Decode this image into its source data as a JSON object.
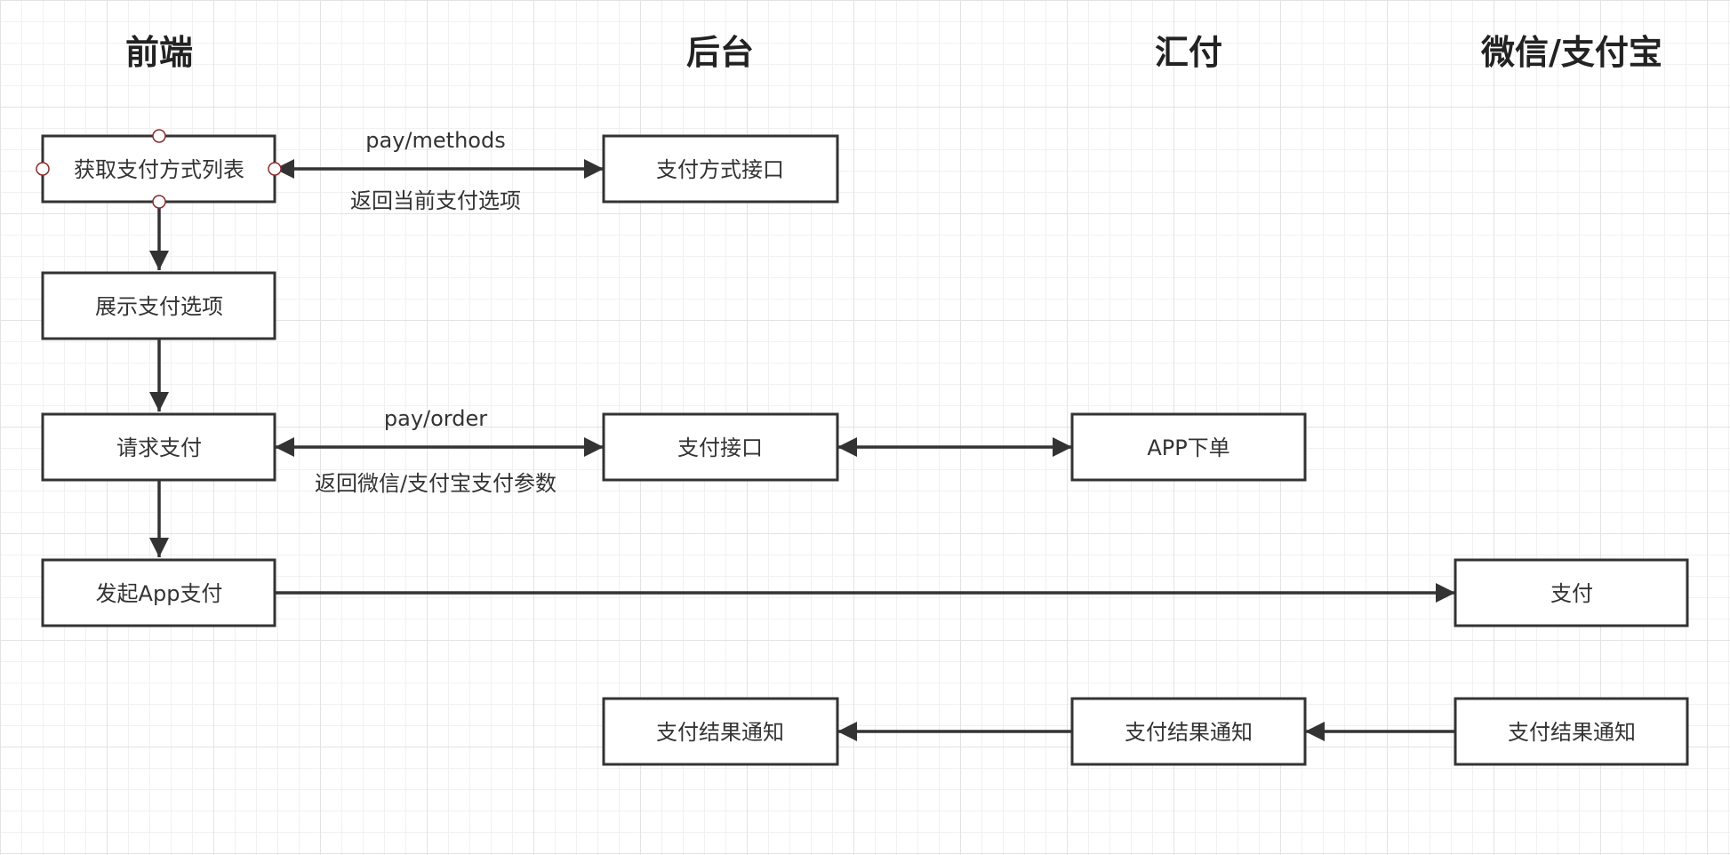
{
  "lanes": {
    "frontend": "前端",
    "backend": "后台",
    "huifu": "汇付",
    "wechat_alipay": "微信/支付宝"
  },
  "nodes": {
    "get_methods": "获取支付方式列表",
    "methods_api": "支付方式接口",
    "show_options": "展示支付选项",
    "request_pay": "请求支付",
    "pay_api": "支付接口",
    "app_order": "APP下单",
    "start_app_pay": "发起App支付",
    "pay": "支付",
    "notify_backend": "支付结果通知",
    "notify_huifu": "支付结果通知",
    "notify_wechat": "支付结果通知"
  },
  "edges": {
    "methods_request": "pay/methods",
    "methods_response": "返回当前支付选项",
    "order_request": "pay/order",
    "order_response": "返回微信/支付宝支付参数"
  },
  "colors": {
    "line": "#333333",
    "box_border": "#333333",
    "anchor": "#8a2b2b",
    "grid": "#e3e3e3"
  }
}
